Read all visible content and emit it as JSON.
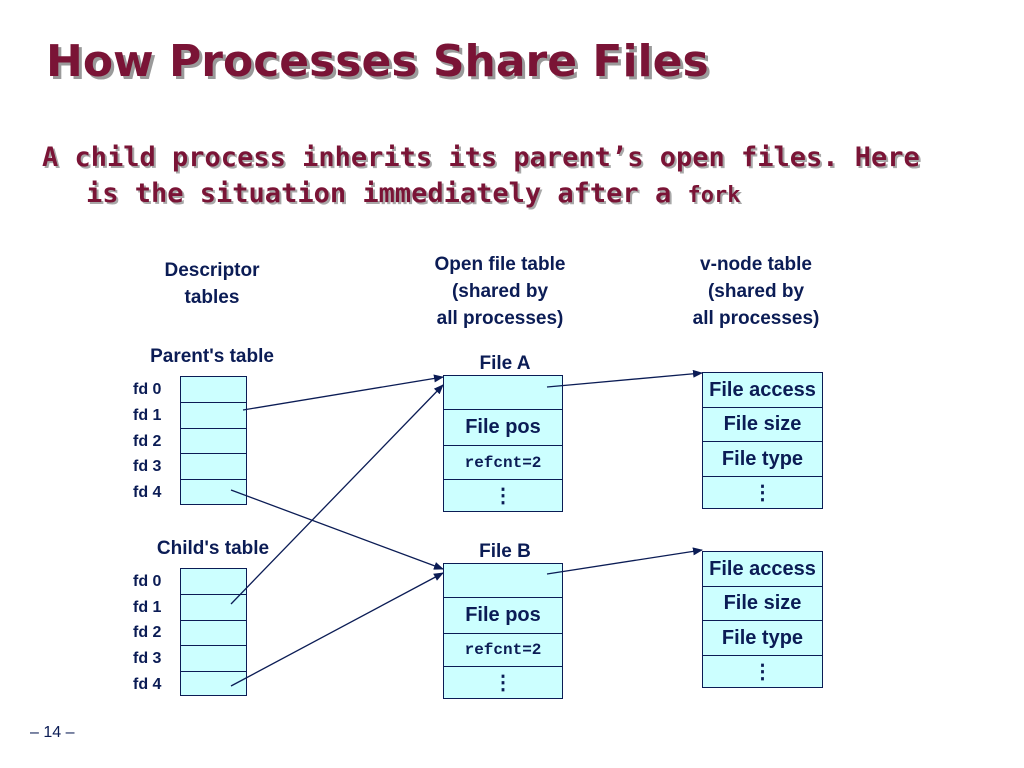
{
  "title": "How Processes Share Files",
  "bullet": {
    "line1": "A child process inherits its parent’s open files. Here",
    "line2": "is the situation immediately after a",
    "code": "fork"
  },
  "headers": {
    "descriptor": [
      "Descriptor",
      "tables"
    ],
    "open_file": [
      "Open file table",
      "(shared by",
      "all processes)"
    ],
    "vnode": [
      "v-node table",
      "(shared by",
      "all processes)"
    ]
  },
  "parent_table": {
    "label": "Parent's table",
    "fds": [
      "fd 0",
      "fd 1",
      "fd 2",
      "fd 3",
      "fd 4"
    ]
  },
  "child_table": {
    "label": "Child's table",
    "fds": [
      "fd 0",
      "fd 1",
      "fd 2",
      "fd 3",
      "fd 4"
    ]
  },
  "file_a": {
    "label": "File A",
    "pos": "File pos",
    "refcnt": "refcnt=2",
    "more": "⋮"
  },
  "file_b": {
    "label": "File B",
    "pos": "File pos",
    "refcnt": "refcnt=2",
    "more": "⋮"
  },
  "vnode_a": {
    "access": "File access",
    "size": "File size",
    "type": "File type",
    "more": "⋮"
  },
  "vnode_b": {
    "access": "File access",
    "size": "File size",
    "type": "File type",
    "more": "⋮"
  },
  "footer": {
    "page": "– 14 –"
  },
  "colors": {
    "title": "#7a1436",
    "cell_fill": "#ccffff",
    "ink": "#0b1c55"
  }
}
